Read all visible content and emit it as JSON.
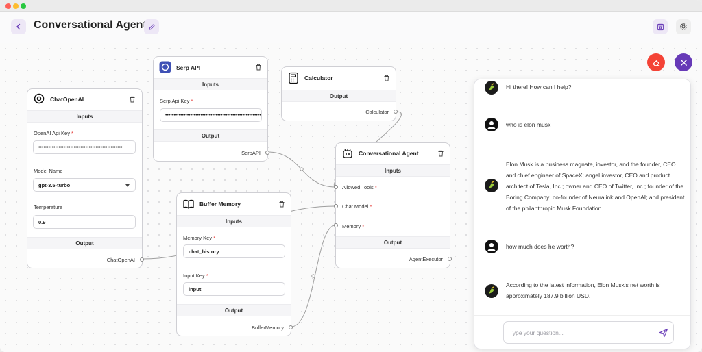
{
  "window": {
    "traffic_lights": {
      "close": "#ff5f57",
      "minimize": "#febc2e",
      "maximize": "#28c840"
    }
  },
  "header": {
    "title": "Conversational Agent",
    "back_icon": "chevron-left-icon",
    "edit_icon": "pencil-icon",
    "save_icon": "save-icon",
    "settings_icon": "gear-icon",
    "accent": "#673ab7",
    "button_bg": "#ede7f6"
  },
  "nodes": {
    "chatopenai": {
      "title": "ChatOpenAI",
      "inputs_label": "Inputs",
      "api_key_label": "OpenAI Api Key",
      "api_key_value": "••••••••••••••••••••••••••••••••••••••••••••••••••",
      "model_label": "Model Name",
      "model_value": "gpt-3.5-turbo",
      "temperature_label": "Temperature",
      "temperature_value": "0.9",
      "output_label": "Output",
      "output_handle": "ChatOpenAI"
    },
    "serp": {
      "title": "Serp API",
      "inputs_label": "Inputs",
      "api_key_label": "Serp Api Key",
      "api_key_value": "••••••••••••••••••••••••••••••••••••••••••••••••••••••••••",
      "output_label": "Output",
      "output_handle": "SerpAPI"
    },
    "calculator": {
      "title": "Calculator",
      "output_label": "Output",
      "output_handle": "Calculator"
    },
    "buffer": {
      "title": "Buffer Memory",
      "inputs_label": "Inputs",
      "memory_key_label": "Memory Key",
      "memory_key_value": "chat_history",
      "input_key_label": "Input Key",
      "input_key_value": "input",
      "output_label": "Output",
      "output_handle": "BufferMemory"
    },
    "agent": {
      "title": "Conversational Agent",
      "inputs_label": "Inputs",
      "allowed_tools": "Allowed Tools",
      "chat_model": "Chat Model",
      "memory": "Memory",
      "output_label": "Output",
      "output_handle": "AgentExecutor"
    },
    "required_mark": "*"
  },
  "fabs": {
    "clear_icon": "eraser-icon",
    "clear_color": "#f44336",
    "close_icon": "close-icon",
    "close_color": "#673ab7"
  },
  "chat": {
    "messages": [
      {
        "role": "bot",
        "text": "Hi there! How can I help?"
      },
      {
        "role": "user",
        "text": "who is elon musk"
      },
      {
        "role": "bot",
        "text": "Elon Musk is a business magnate, investor, and the founder, CEO and chief engineer of SpaceX; angel investor, CEO and product architect of Tesla, Inc.; owner and CEO of Twitter, Inc.; founder of the Boring Company; co-founder of Neuralink and OpenAI; and president of the philanthropic Musk Foundation."
      },
      {
        "role": "user",
        "text": "how much does he worth?"
      },
      {
        "role": "bot",
        "text": "According to the latest information, Elon Musk's net worth is approximately 187.9 billion USD."
      }
    ],
    "input_placeholder": "Type your question...",
    "send_icon": "send-icon"
  }
}
